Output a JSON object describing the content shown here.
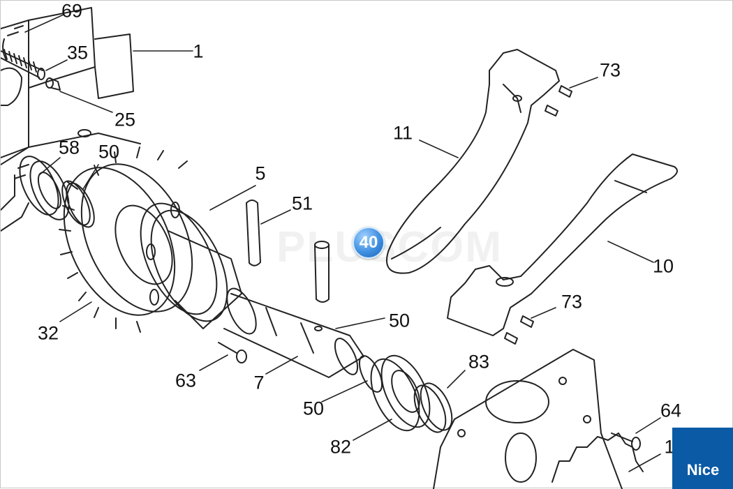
{
  "diagram": {
    "parts": [
      {
        "id": "p69",
        "label": "69"
      },
      {
        "id": "p35",
        "label": "35"
      },
      {
        "id": "p1",
        "label": "1"
      },
      {
        "id": "p25",
        "label": "25"
      },
      {
        "id": "p58",
        "label": "58"
      },
      {
        "id": "p50a",
        "label": "50"
      },
      {
        "id": "p5",
        "label": "5"
      },
      {
        "id": "p51",
        "label": "51"
      },
      {
        "id": "p11",
        "label": "11"
      },
      {
        "id": "p73a",
        "label": "73"
      },
      {
        "id": "p10",
        "label": "10"
      },
      {
        "id": "p73b",
        "label": "73"
      },
      {
        "id": "p32",
        "label": "32"
      },
      {
        "id": "p50b",
        "label": "50"
      },
      {
        "id": "p63",
        "label": "63"
      },
      {
        "id": "p7",
        "label": "7"
      },
      {
        "id": "p83",
        "label": "83"
      },
      {
        "id": "p50c",
        "label": "50"
      },
      {
        "id": "p82",
        "label": "82"
      },
      {
        "id": "p64",
        "label": "64"
      },
      {
        "id": "p1b",
        "label": "1"
      }
    ],
    "hotspot": {
      "label": "40",
      "color": "#3f8fe0"
    },
    "watermark": "PLUSCOM",
    "brand": {
      "text": "Nice",
      "color": "#0b5aa6"
    }
  }
}
